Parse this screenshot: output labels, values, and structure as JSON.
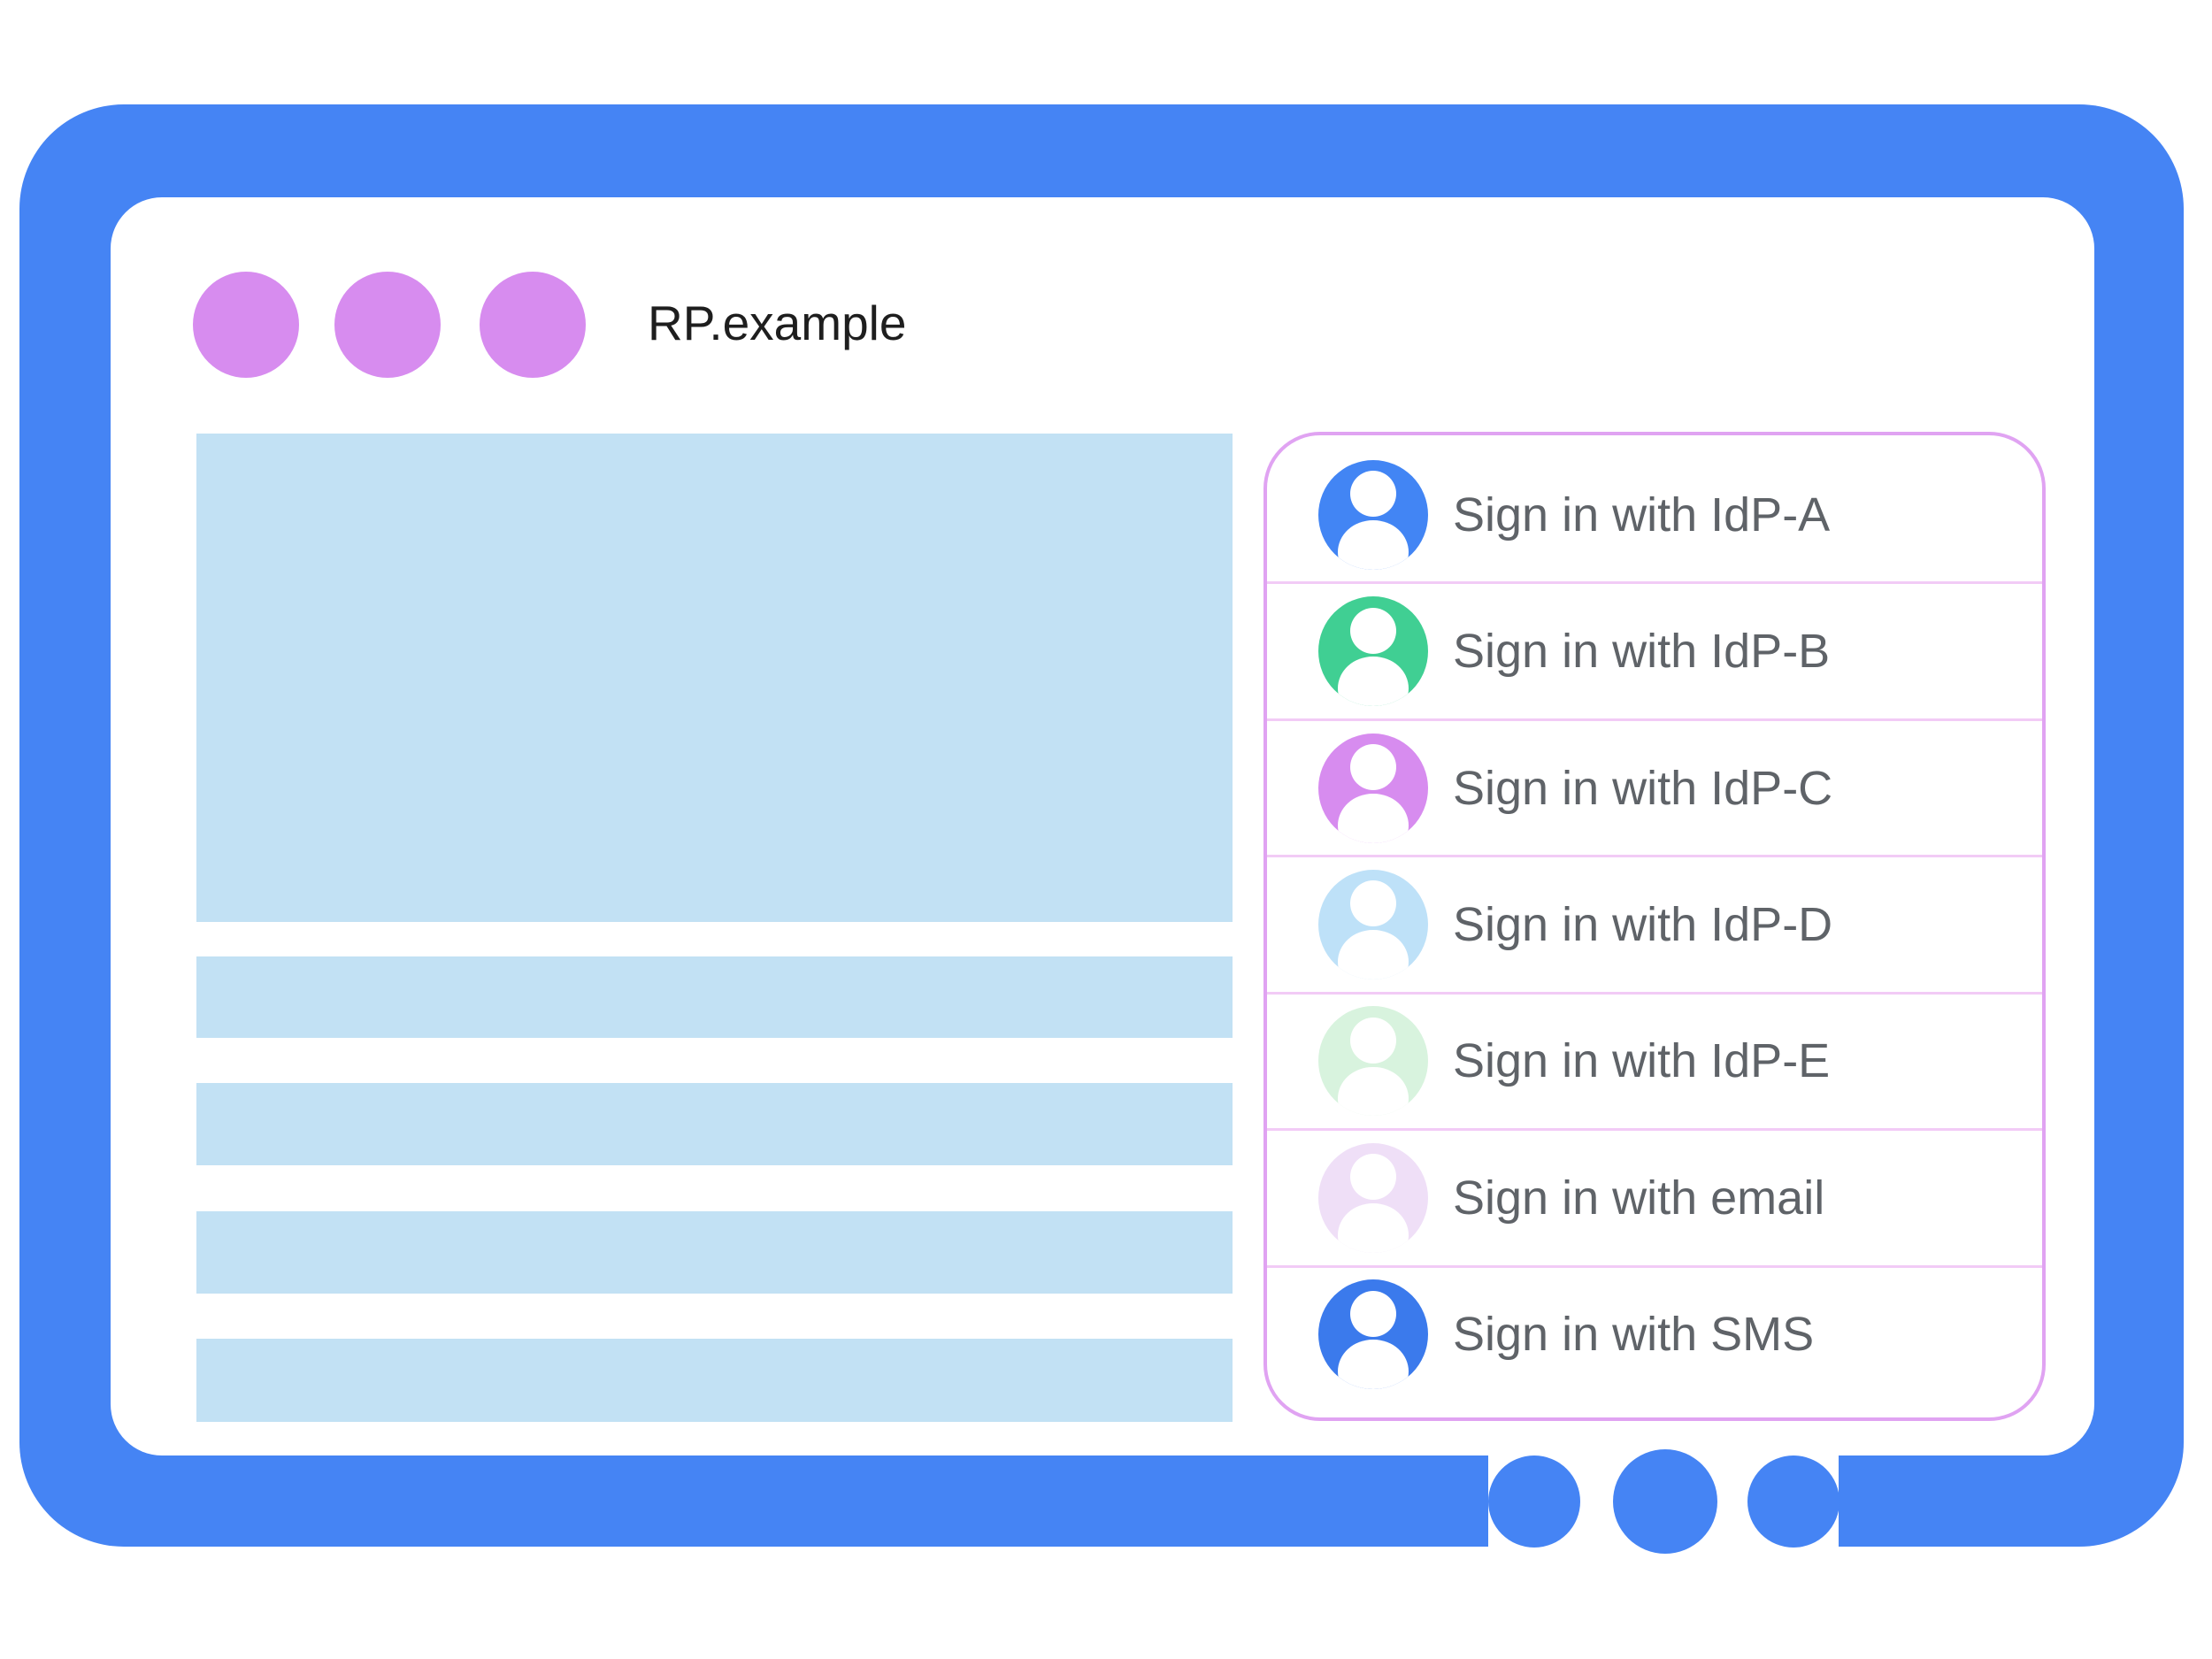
{
  "window": {
    "title": "RP.example"
  },
  "signin": {
    "options": [
      {
        "label": "Sign in with IdP-A",
        "avatar_color": "#4285F4"
      },
      {
        "label": "Sign in with IdP-B",
        "avatar_color": "#40CF93"
      },
      {
        "label": "Sign in with IdP-C",
        "avatar_color": "#D78CEF"
      },
      {
        "label": "Sign in with IdP-D",
        "avatar_color": "#BEE1F8"
      },
      {
        "label": "Sign in with IdP-E",
        "avatar_color": "#D8F3DE"
      },
      {
        "label": "Sign in with email",
        "avatar_color": "#EFDFF7"
      },
      {
        "label": "Sign in with SMS",
        "avatar_color": "#3B7AEC"
      }
    ]
  },
  "colors": {
    "frame": "#4584F4",
    "traffic_dot": "#D78CEF",
    "panel_border": "#E0A3F2",
    "separator": "#F2CBF6",
    "label": "#5F6368",
    "title": "#1E1E1E",
    "placeholder": "#C2E1F4"
  },
  "content": {
    "hero_blocks": 1,
    "text_bars": 4
  }
}
